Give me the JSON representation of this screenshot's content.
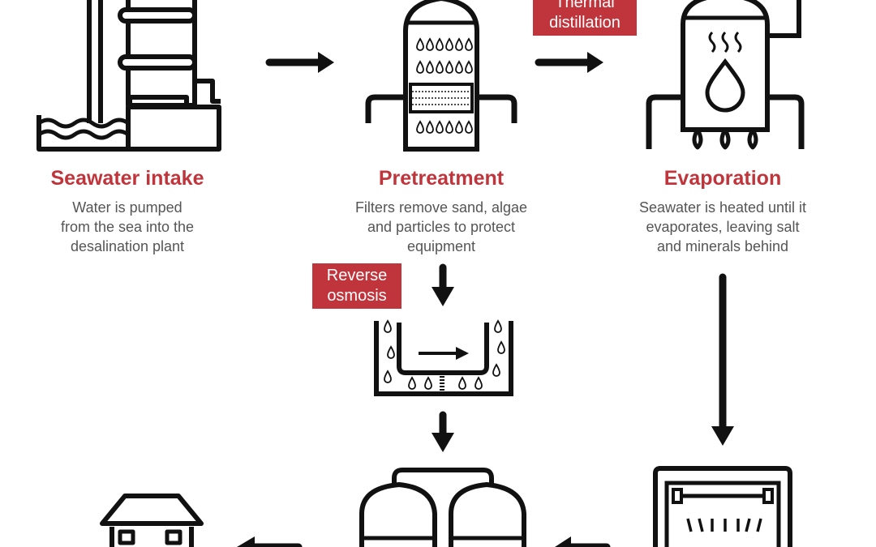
{
  "colors": {
    "accent": "#c0343b",
    "ink": "#111111",
    "text": "#555555"
  },
  "steps": {
    "intake": {
      "title": "Seawater intake",
      "desc": [
        "Water is pumped",
        "from the sea into the",
        "desalination plant"
      ]
    },
    "pretreatment": {
      "title": "Pretreatment",
      "desc": [
        "Filters remove sand, algae",
        "and particles to protect",
        "equipment"
      ]
    },
    "evaporation": {
      "title": "Evaporation",
      "desc": [
        "Seawater is heated until it",
        "evaporates, leaving salt",
        "and minerals behind"
      ]
    }
  },
  "tags": {
    "thermal": [
      "Thermal",
      "distillation"
    ],
    "reverse_osmosis": [
      "Reverse",
      "osmosis"
    ]
  },
  "icons": [
    "seawater-intake-tower-icon",
    "pretreatment-filter-tank-icon",
    "evaporation-boiler-icon",
    "reverse-osmosis-membrane-icon",
    "storage-tanks-icon",
    "condenser-icon",
    "house-icon"
  ]
}
